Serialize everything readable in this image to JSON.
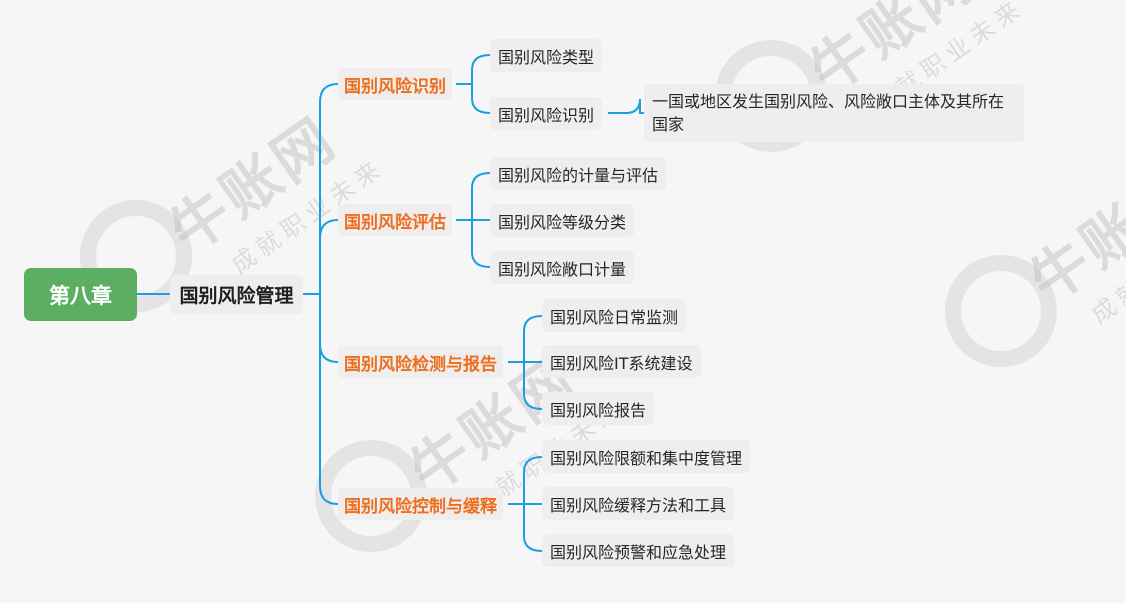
{
  "watermark": {
    "brand": "牛账网",
    "slogan": "成就职业未来"
  },
  "colors": {
    "root_bg": "#5caf62",
    "branch_text": "#ec6f1f",
    "connector": "#1a9fe0",
    "node_bg": "#efeded"
  },
  "mindmap": {
    "root": "第八章",
    "main": "国别风险管理",
    "branches": [
      {
        "label": "国别风险识别",
        "children": [
          {
            "label": "国别风险类型"
          },
          {
            "label": "国别风险识别",
            "detail": "一国或地区发生国别风险、风险敞口主体及其所在国家"
          }
        ]
      },
      {
        "label": "国别风险评估",
        "children": [
          {
            "label": "国别风险的计量与评估"
          },
          {
            "label": "国别风险等级分类"
          },
          {
            "label": "国别风险敞口计量"
          }
        ]
      },
      {
        "label": "国别风险检测与报告",
        "children": [
          {
            "label": "国别风险日常监测"
          },
          {
            "label": "国别风险IT系统建设"
          },
          {
            "label": "国别风险报告"
          }
        ]
      },
      {
        "label": "国别风险控制与缓释",
        "children": [
          {
            "label": "国别风险限额和集中度管理"
          },
          {
            "label": "国别风险缓释方法和工具"
          },
          {
            "label": "国别风险预警和应急处理"
          }
        ]
      }
    ]
  }
}
